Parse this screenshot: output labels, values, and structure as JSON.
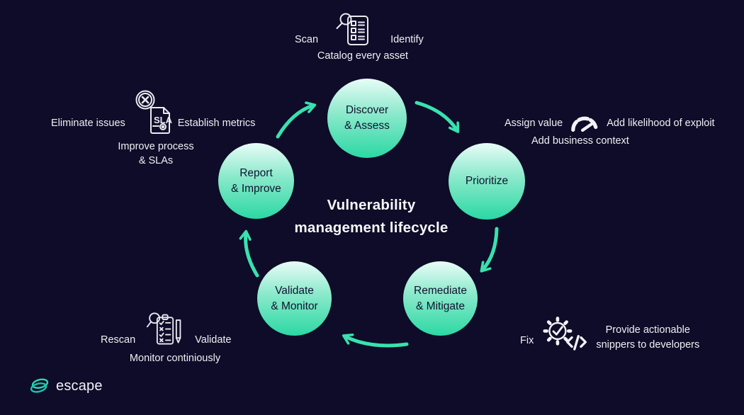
{
  "title": {
    "line1": "Vulnerability",
    "line2": "management lifecycle"
  },
  "nodes": [
    {
      "id": "discover",
      "line1": "Discover",
      "line2": "& Assess"
    },
    {
      "id": "prioritize",
      "line1": "Prioritize",
      "line2": ""
    },
    {
      "id": "remediate",
      "line1": "Remediate",
      "line2": "& Mitigate"
    },
    {
      "id": "validate",
      "line1": "Validate",
      "line2": "& Monitor"
    },
    {
      "id": "report",
      "line1": "Report",
      "line2": "& Improve"
    }
  ],
  "annotations": {
    "discover": {
      "left": "Scan",
      "right": "Identify",
      "below": "Catalog every asset",
      "icon": "checklist-magnifier-icon"
    },
    "prioritize": {
      "left": "Assign value",
      "right": "Add likelihood of exploit",
      "below": "Add business context",
      "icon": "gauge-icon"
    },
    "remediate": {
      "left": "Fix",
      "right_line1": "Provide actionable",
      "right_line2": "snippers to developers",
      "icon": "gear-check-code-icon"
    },
    "validate": {
      "left": "Rescan",
      "right": "Validate",
      "below": "Monitor continiously",
      "icon": "clipboard-magnifier-pencil-icon"
    },
    "report": {
      "left": "Eliminate issues",
      "right": "Establish metrics",
      "below_line1": "Improve process",
      "below_line2": "& SLAs",
      "icon": "sla-document-x-icon"
    }
  },
  "icons": {
    "sla_label": "SLA"
  },
  "logo": {
    "text": "escape"
  },
  "colors": {
    "background": "#0e0c28",
    "node_gradient_top": "#e9fcf7",
    "node_gradient_bottom": "#2bd8a3",
    "arrow": "#39e1ae",
    "text_light": "#eef0f5",
    "text_dark": "#10122e"
  }
}
